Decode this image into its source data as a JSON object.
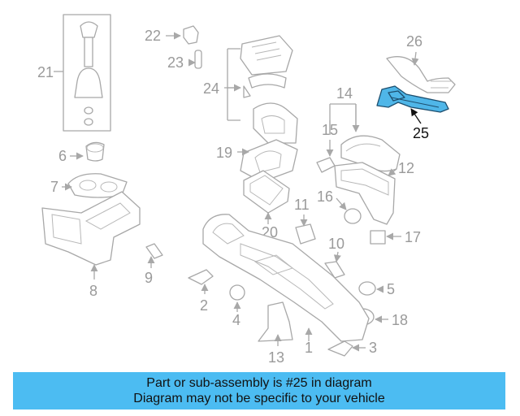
{
  "callouts": {
    "c1": "1",
    "c2": "2",
    "c3": "3",
    "c5": "5",
    "c6": "6",
    "c7": "7",
    "c8": "8",
    "c9": "9",
    "c10": "10",
    "c11": "11",
    "c12": "12",
    "c13": "13",
    "c14": "14",
    "c15": "15",
    "c16": "16",
    "c17": "17",
    "c18": "18",
    "c19": "19",
    "c20": "20",
    "c21": "21",
    "c22": "22",
    "c23": "23",
    "c24": "24",
    "c25": "25",
    "c26": "26",
    "c4": "4"
  },
  "highlighted_part": "25",
  "colors": {
    "highlight": "#4fb6e8",
    "banner": "#4cbcf2",
    "line": "#a8a8a8"
  },
  "banner": {
    "line1": "Part or sub-assembly is #25 in diagram",
    "line2": "Diagram may not be specific to your vehicle"
  }
}
